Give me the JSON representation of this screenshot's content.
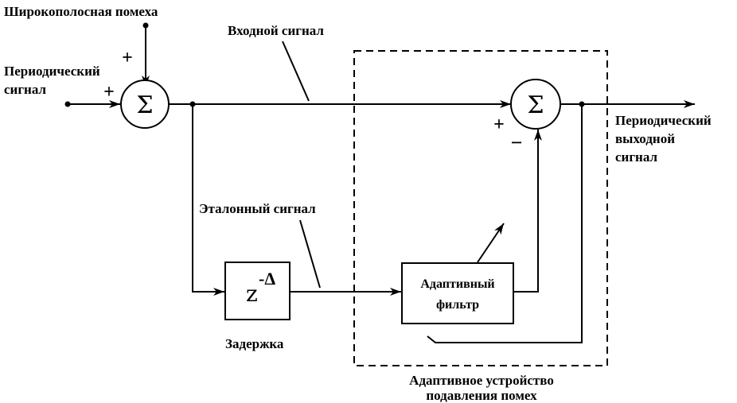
{
  "labels": {
    "broadband_noise": "Широкополосная помеха",
    "periodic_signal_line1": "Периодический",
    "periodic_signal_line2": "сигнал",
    "input_signal": "Входной сигнал",
    "reference_signal": "Эталонный сигнал",
    "delay_caption": "Задержка",
    "periodic_output_line1": "Периодический",
    "periodic_output_line2": "выходной",
    "periodic_output_line3": "сигнал",
    "adaptive_filter_line1": "Адаптивный",
    "adaptive_filter_line2": "фильтр",
    "canceller_line1": "Адаптивное устройство",
    "canceller_line2": "подавления помех"
  },
  "symbols": {
    "sum": "Σ",
    "plus": "+",
    "minus": "−",
    "delay_base": "z",
    "delay_exp": "-Δ"
  }
}
